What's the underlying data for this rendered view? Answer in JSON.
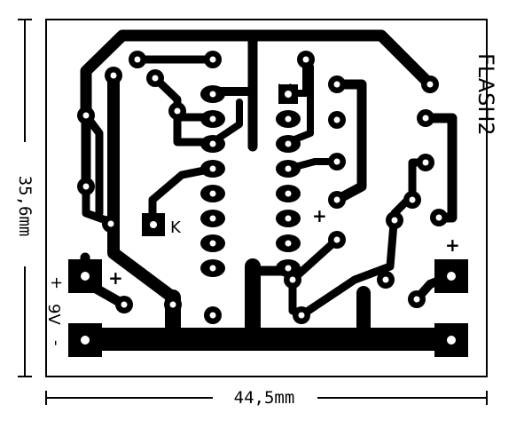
{
  "board": {
    "title": "FLASH2",
    "pin1_label": "1",
    "cathode_label": "K",
    "plus_sign": "+",
    "minus_sign": "-",
    "supply_label": "9V",
    "width_label": "44,5mm",
    "height_label": "35,6mm"
  },
  "colors": {
    "copper": "#000000",
    "board": "#ffffff",
    "outline": "#000000"
  }
}
